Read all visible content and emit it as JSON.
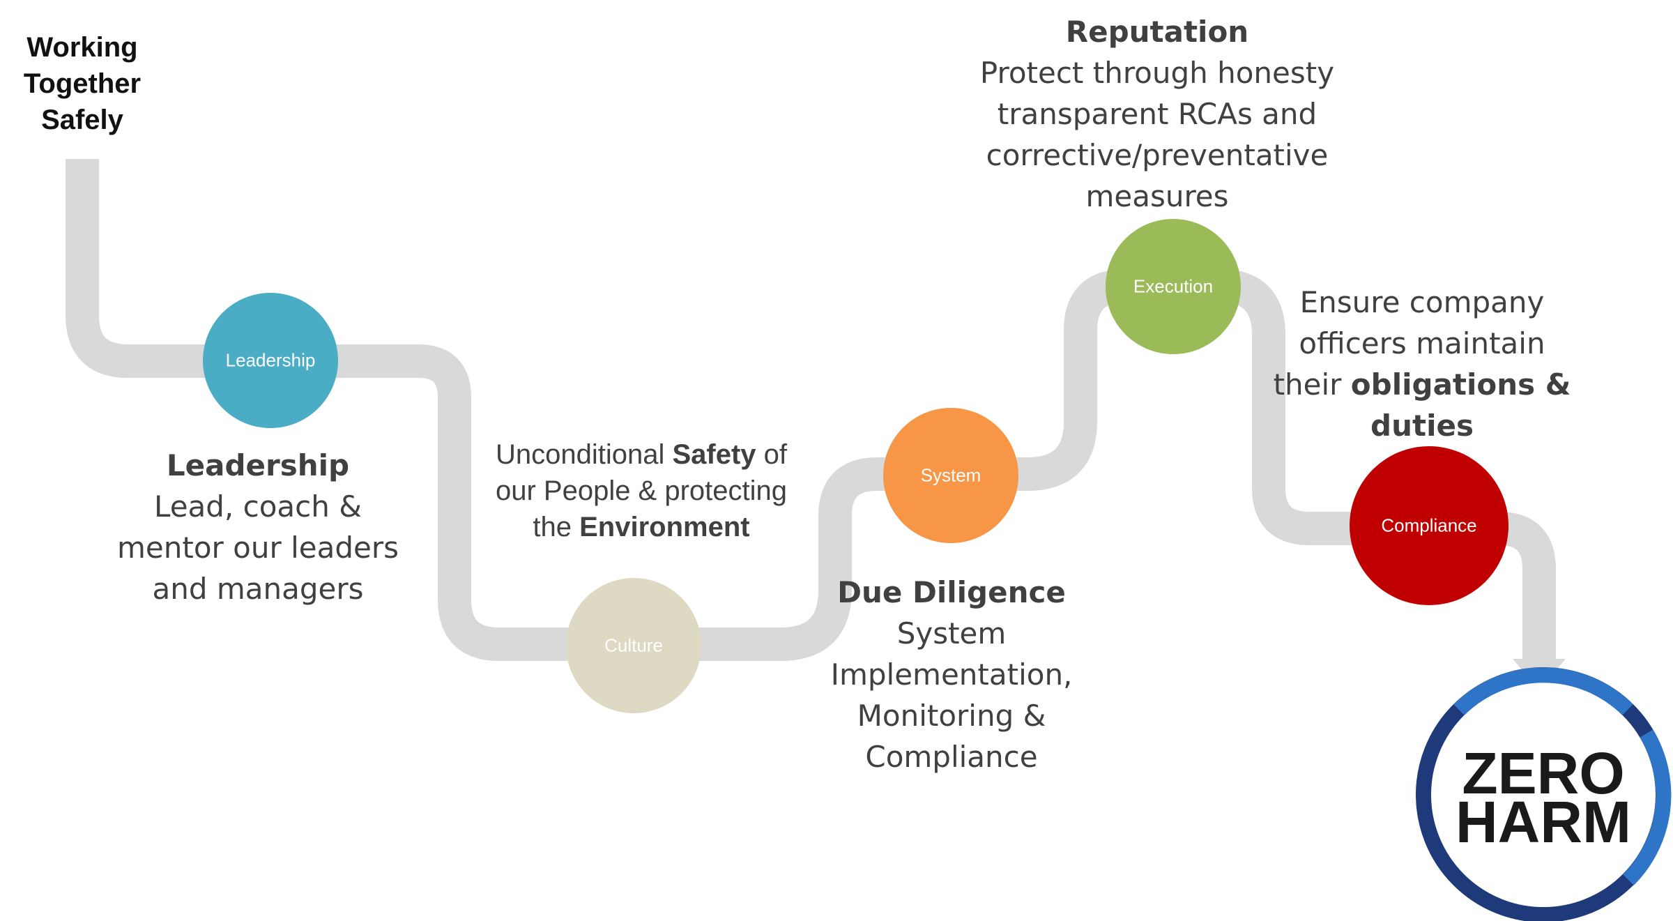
{
  "start_label": [
    "Working",
    "Together",
    "Safely"
  ],
  "nodes": [
    {
      "id": "leadership",
      "label": "Leadership",
      "color": "#4BACC6"
    },
    {
      "id": "culture",
      "label": "Culture",
      "color": "#DDD9C3"
    },
    {
      "id": "system",
      "label": "System",
      "color": "#F79646"
    },
    {
      "id": "execution",
      "label": "Execution",
      "color": "#9BBB59"
    },
    {
      "id": "compliance",
      "label": "Compliance",
      "color": "#C00000"
    }
  ],
  "captions": {
    "leadership": {
      "heading": "Leadership",
      "lines": [
        "Lead, coach &",
        "mentor our leaders",
        "and managers"
      ]
    },
    "culture": {
      "line1": {
        "pre": "Unconditional ",
        "bold": "Safety",
        "post": " of"
      },
      "line2": "our People & protecting",
      "line3": {
        "pre": "the ",
        "bold": "Environment"
      }
    },
    "system": {
      "heading": "Due Diligence",
      "lines": [
        "System",
        "Implementation,",
        "Monitoring &",
        "Compliance"
      ]
    },
    "execution": {
      "heading": "Reputation",
      "lines": [
        "Protect through honesty",
        "transparent RCAs and",
        "corrective/preventative",
        "measures"
      ]
    },
    "compliance": {
      "line1": "Ensure company",
      "line2": "officers maintain",
      "line3": {
        "pre": "their ",
        "bold": "obligations &"
      },
      "line4": "duties"
    }
  },
  "goal": {
    "line1": "ZERO",
    "line2": "HARM"
  },
  "colors": {
    "path": "#D9D9D9",
    "ring_dark": "#1F3A7A",
    "ring_light": "#2E75C7",
    "text": "#404040"
  }
}
